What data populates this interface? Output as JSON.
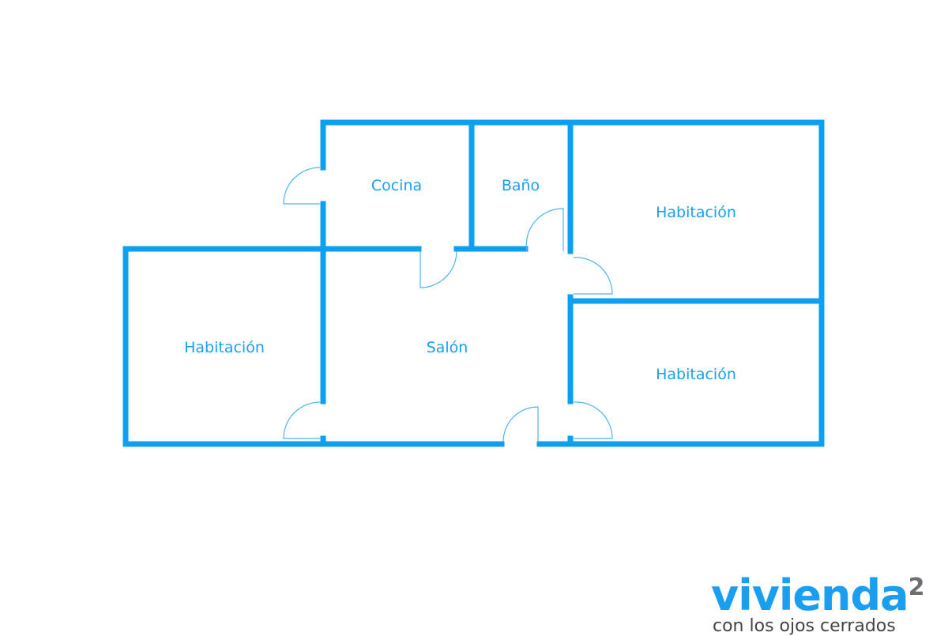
{
  "rooms": {
    "kitchen": "Cocina",
    "bathroom": "Baño",
    "bedroom_top_right": "Habitación",
    "bedroom_left": "Habitación",
    "living_room": "Salón",
    "bedroom_bottom_right": "Habitación"
  },
  "logo": {
    "name": "vivienda",
    "superscript": "2",
    "tagline": "con los ojos cerrados"
  },
  "colors": {
    "wall": "#0ea0f0",
    "text": "#1a9ff0",
    "logo_grey": "#6d6e71"
  }
}
